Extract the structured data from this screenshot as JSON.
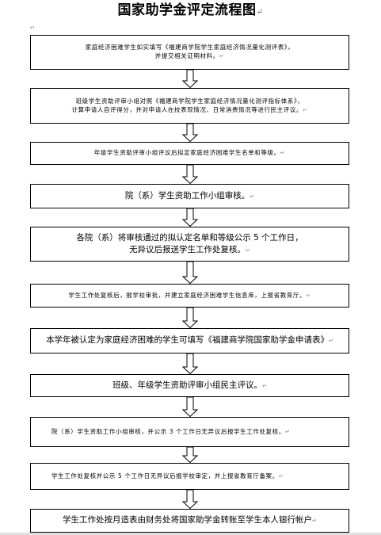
{
  "title": "国家助学金评定流程图",
  "title_mark": "↵",
  "top_mark": "↵",
  "steps": [
    {
      "lines": [
        "家庭经济困难学生如实填写《福建商学院学生家庭经济情况量化测评表》，",
        "并提交相关证明材料。"
      ]
    },
    {
      "lines": [
        "班级学生资助评审小组对照《福建商学院学生家庭经济情况量化测评指标体系》，",
        "计算申请人自评得分，并对申请人在校表现情况、日常消费情况等进行民主评议。"
      ]
    },
    {
      "lines": [
        "年级学生资助评审小组评议后拟定家庭经济困难学生名单和等级。"
      ]
    },
    {
      "lines": [
        "院（系）学生资助工作小组审核。"
      ]
    },
    {
      "lines": [
        "各院（系）将审核通过的拟认定名单和等级公示 5 个工作日，",
        "无异议后报送学生工作处复核。"
      ]
    },
    {
      "lines": [
        "学生工作处复核后，报学校审批，并建立家庭经济困难学生信息库，上报省教育厅。"
      ]
    },
    {
      "lines": [
        "本学年被认定为家庭经济困难的学生可填写《福建商学院国家助学金申请表》"
      ]
    },
    {
      "lines": [
        "班级、年级学生资助评审小组民主评议。"
      ]
    },
    {
      "lines": [
        "院（系）学生资助工作小组审核，并公示 3 个工作日无异议后报学生工作处复核。"
      ]
    },
    {
      "lines": [
        "学生工作处复核并公示 5 个工作日无异议后报学校审定，并上报省教育厅备案。"
      ]
    },
    {
      "lines": [
        "学生工作处按月造表由财务处将国家助学金转账至学生本人银行帐户"
      ]
    }
  ]
}
